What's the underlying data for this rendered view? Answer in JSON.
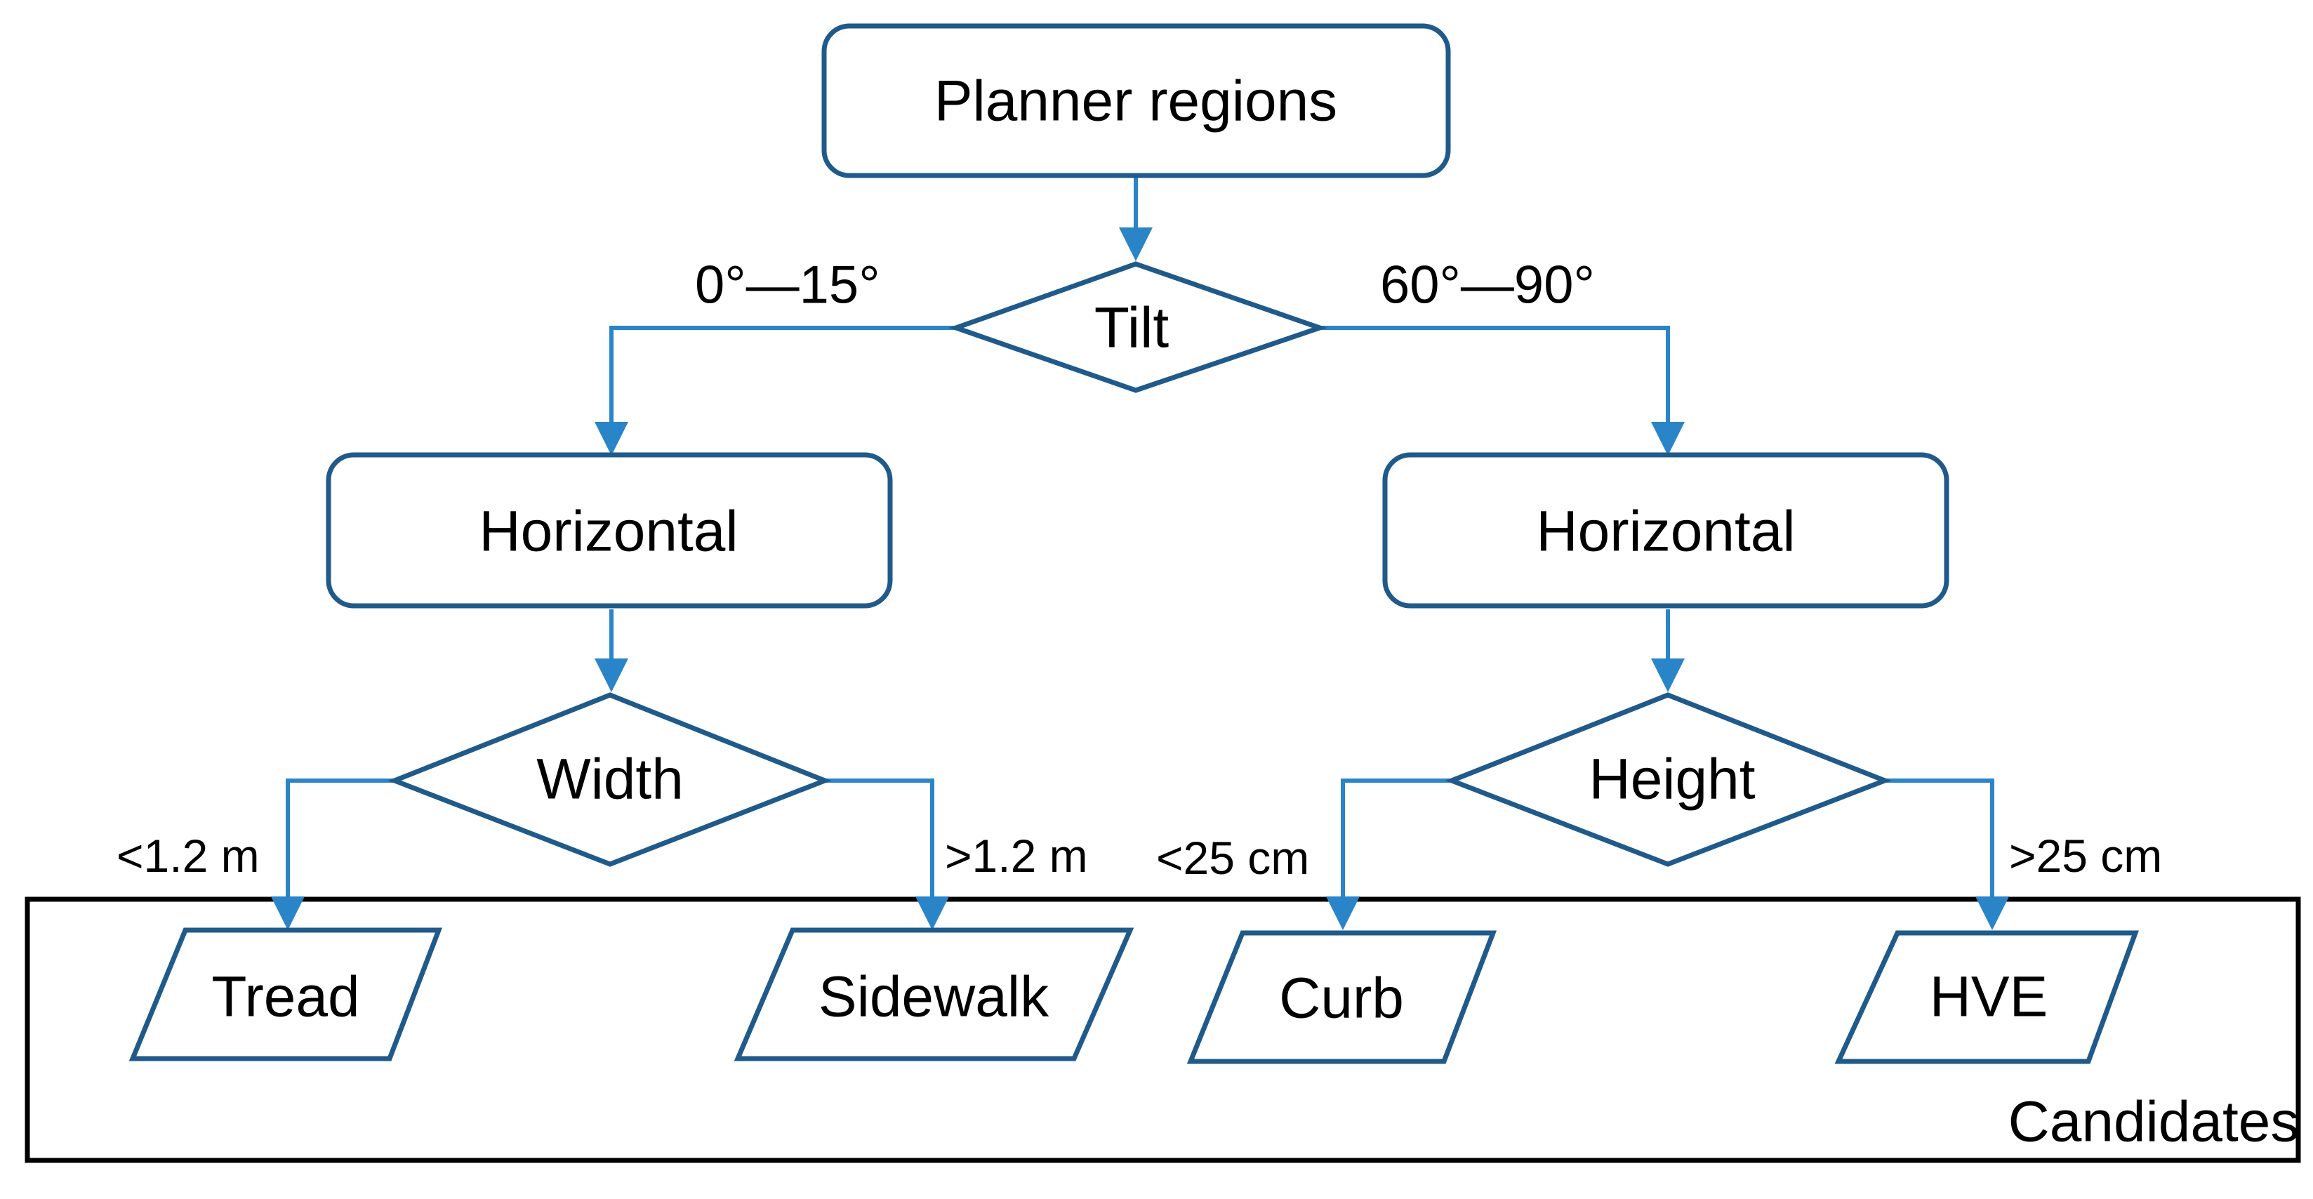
{
  "colors": {
    "node_stroke": "#1f5a8a",
    "edge": "#2a84c8",
    "frame": "#000000",
    "text": "#000000"
  },
  "nodes": {
    "root": "Planner regions",
    "tilt": "Tilt",
    "horizontal_left": "Horizontal",
    "horizontal_right": "Horizontal",
    "width": "Width",
    "height": "Height",
    "tread": "Tread",
    "sidewalk": "Sidewalk",
    "curb": "Curb",
    "hve": "HVE"
  },
  "edges": {
    "tilt_low": "0°—15°",
    "tilt_high": "60°—90°",
    "width_low": "<1.2 m",
    "width_high": ">1.2 m",
    "height_low": "<25 cm",
    "height_high": ">25 cm"
  },
  "group": {
    "label": "Candidates"
  }
}
